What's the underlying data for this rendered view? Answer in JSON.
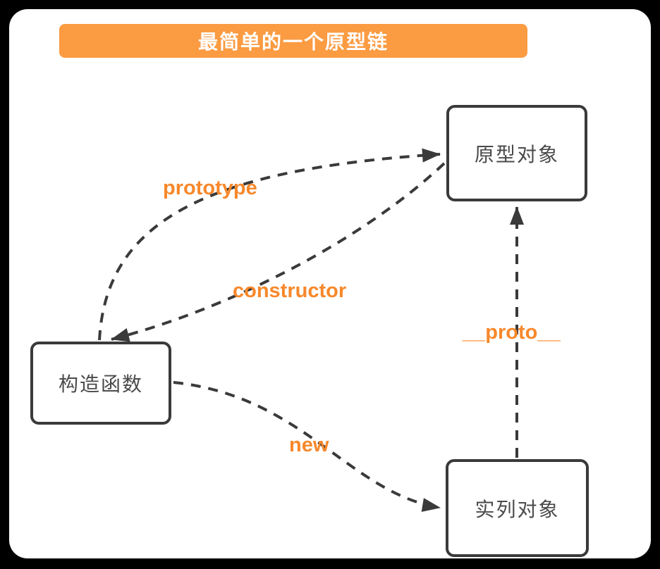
{
  "banner": {
    "title": "最简单的一个原型链"
  },
  "nodes": {
    "prototype_object": {
      "label": "原型对象"
    },
    "constructor_function": {
      "label": "构造函数"
    },
    "instance_object": {
      "label": "实列对象"
    }
  },
  "edge_labels": {
    "prototype": "prototype",
    "constructor": "constructor",
    "proto": "__proto__",
    "new": "new"
  },
  "colors": {
    "banner_orange": "#FB9B42",
    "label_orange": "#F7882B",
    "stroke_dark": "#3A3A3A",
    "node_text_gray": "#4A4A4A",
    "canvas_white": "#FFFFFF",
    "page_black": "#000000"
  }
}
